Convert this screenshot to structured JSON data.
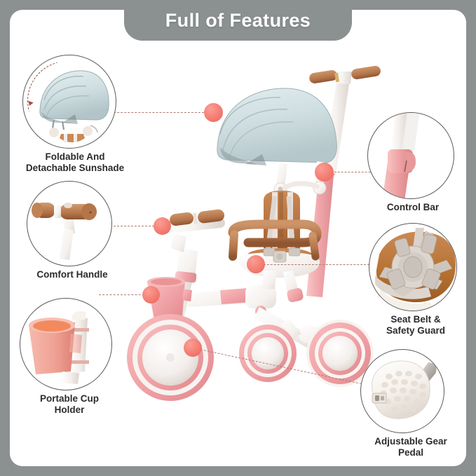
{
  "banner": {
    "title": "Full of Features"
  },
  "colors": {
    "frame_gray": "#8b9090",
    "panel_white": "#ffffff",
    "banner_gray": "#8b9090",
    "dot_pink": "#f2796e",
    "dash_line": "#b07a72",
    "circle_border": "#5a5a5a",
    "label_text": "#2b2b2b",
    "product_pink": "#f0a8ab",
    "product_white": "#f7f4f2",
    "canopy_blue": "#cfdde0",
    "seat_brown": "#b5713f",
    "grip_brown": "#b5754a"
  },
  "callouts": [
    {
      "id": "sunshade",
      "label": "Foldable And\nDetachable Sunshade",
      "icon": "canopy-icon",
      "side": "left"
    },
    {
      "id": "comfort-handle",
      "label": "Comfort Handle",
      "icon": "handlebar-icon",
      "side": "left"
    },
    {
      "id": "cup-holder",
      "label": "Portable Cup\nHolder",
      "icon": "cup-holder-icon",
      "side": "left"
    },
    {
      "id": "control-bar",
      "label": "Control Bar",
      "icon": "telescoping-bar-icon",
      "side": "right"
    },
    {
      "id": "seat-belt",
      "label": "Seat Belt &\nSafety Guard",
      "icon": "harness-buckle-icon",
      "side": "right"
    },
    {
      "id": "gear-pedal",
      "label": "Adjustable Gear\nPedal",
      "icon": "pedal-icon",
      "side": "right"
    }
  ],
  "product": {
    "name": "convertible-baby-tricycle",
    "parts": [
      "push-handle",
      "sunshade-canopy",
      "seat",
      "safety-guard-bar",
      "harness",
      "handlebar",
      "cup-holder",
      "front-wheel",
      "rear-wheels",
      "pedal",
      "control-bar"
    ]
  }
}
